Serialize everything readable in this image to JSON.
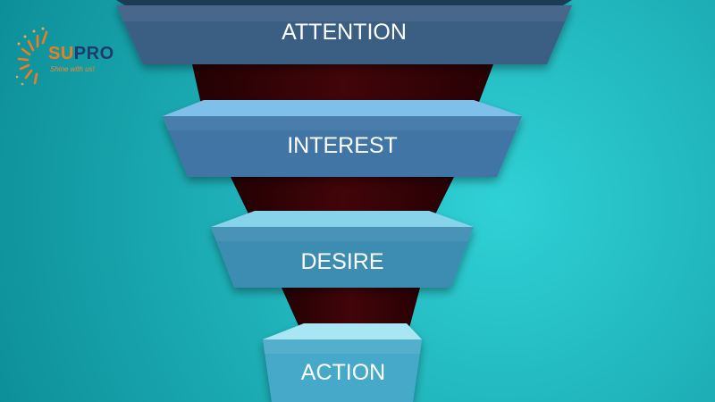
{
  "logo": {
    "word_a": "SU",
    "word_b": "PRO",
    "tagline": "Shine with us!",
    "colors": {
      "orange": "#ef7d1e",
      "navy": "#1e3b6b"
    }
  },
  "funnel": {
    "stages": [
      {
        "label": "ATTENTION",
        "color": "#3b5e83"
      },
      {
        "label": "INTEREST",
        "color": "#3f75a5"
      },
      {
        "label": "DESIRE",
        "color": "#3d8db3"
      },
      {
        "label": "ACTION",
        "color": "#46a9c9"
      }
    ],
    "body_color": "#3a0408",
    "background": {
      "inner": "#2fd1d6",
      "outer": "#0c8d97"
    }
  }
}
